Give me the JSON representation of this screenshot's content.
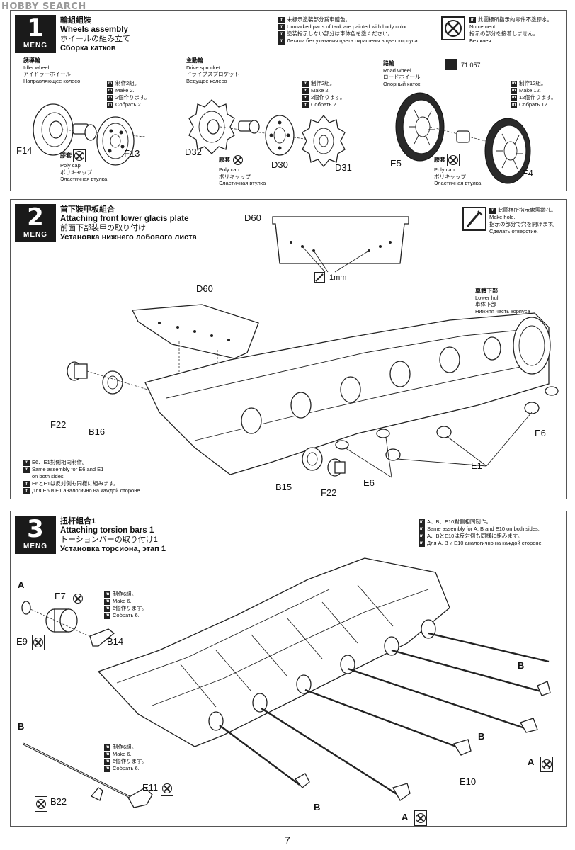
{
  "watermark": "HOBBY SEARCH",
  "brand": "MENG",
  "page_number": "7",
  "step1": {
    "number": "1",
    "title_zh": "輪組組裝",
    "title_en": "Wheels assembly",
    "title_ja": "ホイールの組み立て",
    "title_ru": "Сборка катков",
    "note": [
      "未標示塗裝部分爲車體色。",
      "Unmarked parts of tank are painted with body color.",
      "塗装指示しない部分は車体色を塗ください。",
      "Детали без указания цвета окрашены в цвет корпуса."
    ],
    "cement_note": [
      "此圖標所指示的零件不塗膠水。",
      "No cement.",
      "指示の部分を接着しません。",
      "Без клея."
    ],
    "idler": {
      "zh": "誘導輪",
      "en": "Idler wheel",
      "ja": "アイドラーホイール",
      "ru": "Направляющее колесо"
    },
    "sprocket": {
      "zh": "主動輪",
      "en": "Drive sprocket",
      "ja": "ドライブスプロケット",
      "ru": "Ведущее колесо"
    },
    "road": {
      "zh": "路輪",
      "en": "Road wheel",
      "ja": "ロードホイール",
      "ru": "Опорный каток"
    },
    "make2a": [
      "制作2組。",
      "Make 2.",
      "2個作ります。",
      "Собрать 2."
    ],
    "make2b": [
      "制作2組。",
      "Make 2.",
      "2個作ります。",
      "Собрать 2."
    ],
    "make12": [
      "制作12組。",
      "Make 12.",
      "12個作ります。",
      "Собрать 12."
    ],
    "polycap": [
      "膠套",
      "Poly cap",
      "ポリキャップ",
      "Эластичная втулка"
    ],
    "parts": {
      "F14": "F14",
      "F13": "F13",
      "D32": "D32",
      "D30": "D30",
      "D31": "D31",
      "E5": "E5",
      "E4": "E4"
    },
    "paint_code": "71.057"
  },
  "step2": {
    "number": "2",
    "title_zh": "首下裝甲板組合",
    "title_en": "Attaching front lower glacis plate",
    "title_ja": "前面下部装甲の取り付け",
    "title_ru": "Установка нижнего лобового листа",
    "hole_note": [
      "此圖標所指示處需鑽孔。",
      "Make hole.",
      "指示の部分で穴を開けます。",
      "Сделать отверстие."
    ],
    "drill_size": "1mm",
    "lower_hull": {
      "zh": "車體下部",
      "en": "Lower hull",
      "ja": "車体下部",
      "ru": "Нижняя часть корпуса"
    },
    "same_note": [
      "E6、E1對側相同制作。",
      "Same assembly for E6 and E1",
      "on both sides.",
      "E6とE1は反対側も同様に組みます。",
      "Для E6 и E1 аналогично на каждой стороне."
    ],
    "parts": {
      "D60a": "D60",
      "D60b": "D60",
      "F22a": "F22",
      "F22b": "F22",
      "B16": "B16",
      "B15": "B15",
      "E6a": "E6",
      "E6b": "E6",
      "E1": "E1"
    }
  },
  "step3": {
    "number": "3",
    "title_zh": "扭杆組合1",
    "title_en": "Attaching torsion bars 1",
    "title_ja": "トーションバーの取り付け1",
    "title_ru": "Установка торсиона, этап 1",
    "same_note": [
      "A、B、E10對側相同制作。",
      "Same assembly for A, B and E10 on both sides.",
      "A、BとE10は反対側も同様に組みます。",
      "Для A, B и E10 аналогично на каждой стороне."
    ],
    "make6a": [
      "制作6組。",
      "Make 6.",
      "6個作ります。",
      "Собрать 6."
    ],
    "make6b": [
      "制作6組。",
      "Make 6.",
      "6個作ります。",
      "Собрать 6."
    ],
    "parts": {
      "A1": "A",
      "B1": "B",
      "E7": "E7",
      "E9": "E9",
      "B14": "B14",
      "E11": "E11",
      "B22": "B22",
      "E10": "E10",
      "Br1": "B",
      "Br2": "B",
      "Br3": "B",
      "Ar1": "A",
      "Ar2": "A"
    }
  }
}
